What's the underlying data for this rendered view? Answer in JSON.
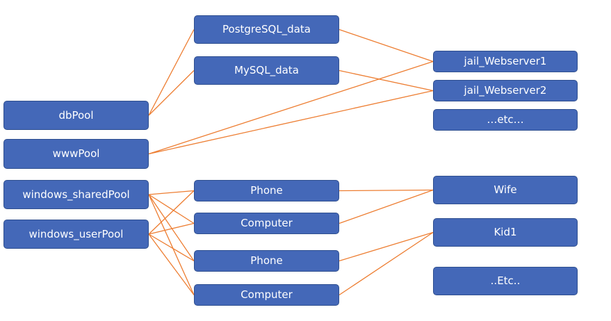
{
  "diagram": {
    "line_color": "#ed7d31",
    "node_color": "#4468b8",
    "nodes": {
      "dbPool": "dbPool",
      "wwwPool": "wwwPool",
      "sharedPool": "windows_sharedPool",
      "userPool": "windows_userPool",
      "postgres": "PostgreSQL_data",
      "mysql": "MySQL_data",
      "phone1": "Phone",
      "computer1": "Computer",
      "phone2": "Phone",
      "computer2": "Computer",
      "web1": "jail_Webserver1",
      "web2": "jail_Webserver2",
      "etc1": "…etc…",
      "wife": "Wife",
      "kid1": "Kid1",
      "etc2": "..Etc.."
    },
    "edges": [
      [
        "dbPool",
        "postgres"
      ],
      [
        "dbPool",
        "mysql"
      ],
      [
        "wwwPool",
        "web1"
      ],
      [
        "wwwPool",
        "web2"
      ],
      [
        "postgres",
        "web1"
      ],
      [
        "mysql",
        "web2"
      ],
      [
        "sharedPool",
        "phone1"
      ],
      [
        "sharedPool",
        "computer1"
      ],
      [
        "sharedPool",
        "phone2"
      ],
      [
        "sharedPool",
        "computer2"
      ],
      [
        "userPool",
        "phone1"
      ],
      [
        "userPool",
        "computer1"
      ],
      [
        "userPool",
        "phone2"
      ],
      [
        "userPool",
        "computer2"
      ],
      [
        "phone1",
        "wife"
      ],
      [
        "computer1",
        "wife"
      ],
      [
        "phone2",
        "kid1"
      ],
      [
        "computer2",
        "kid1"
      ]
    ]
  }
}
